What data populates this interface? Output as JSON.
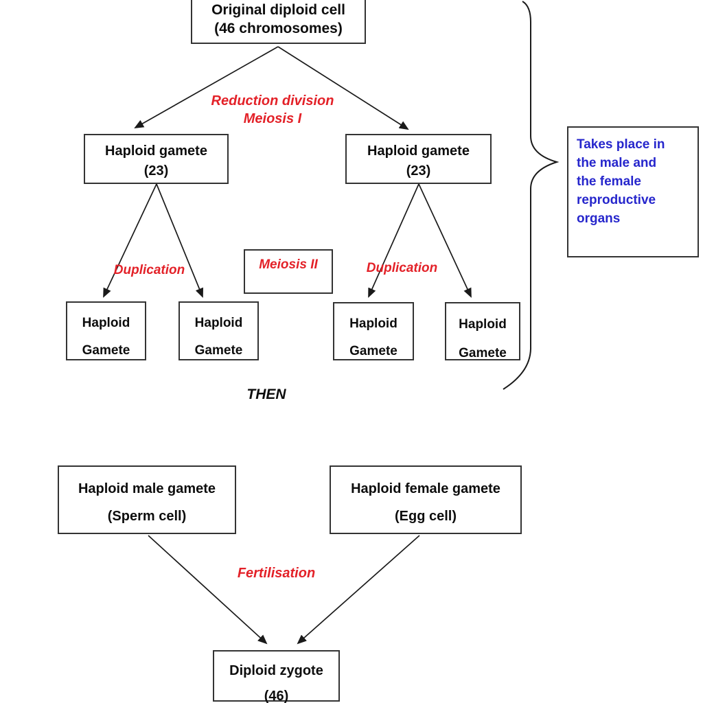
{
  "diagram": {
    "boxes": {
      "original": {
        "line1": "Original diploid cell",
        "line2": "(46 chromosomes)"
      },
      "haploid_left": {
        "line1": "Haploid gamete",
        "line2": "(23)"
      },
      "haploid_right": {
        "line1": "Haploid gamete",
        "line2": "(23)"
      },
      "meiosis2_label": "Meiosis II",
      "gametes": [
        {
          "line1": "Haploid",
          "line2": "Gamete"
        },
        {
          "line1": "Haploid",
          "line2": "Gamete"
        },
        {
          "line1": "Haploid",
          "line2": "Gamete"
        },
        {
          "line1": "Haploid",
          "line2": "Gamete"
        }
      ],
      "male": {
        "line1": "Haploid male gamete",
        "line2": "(Sperm cell)"
      },
      "female": {
        "line1": "Haploid female gamete",
        "line2": "(Egg cell)"
      },
      "zygote": {
        "line1": "Diploid zygote",
        "line2": "(46)"
      }
    },
    "labels": {
      "reduction_line1": "Reduction division",
      "reduction_line2": "Meiosis I",
      "duplication_left": "Duplication",
      "duplication_right": "Duplication",
      "then": "THEN",
      "fertilisation": "Fertilisation"
    },
    "note": {
      "lines": [
        "Takes place in",
        "the male and",
        "the female",
        "reproductive",
        "organs"
      ]
    },
    "colors": {
      "red": "#E32128",
      "blue": "#2626CC",
      "line": "#1A1A1A",
      "box_border": "#333333"
    }
  }
}
